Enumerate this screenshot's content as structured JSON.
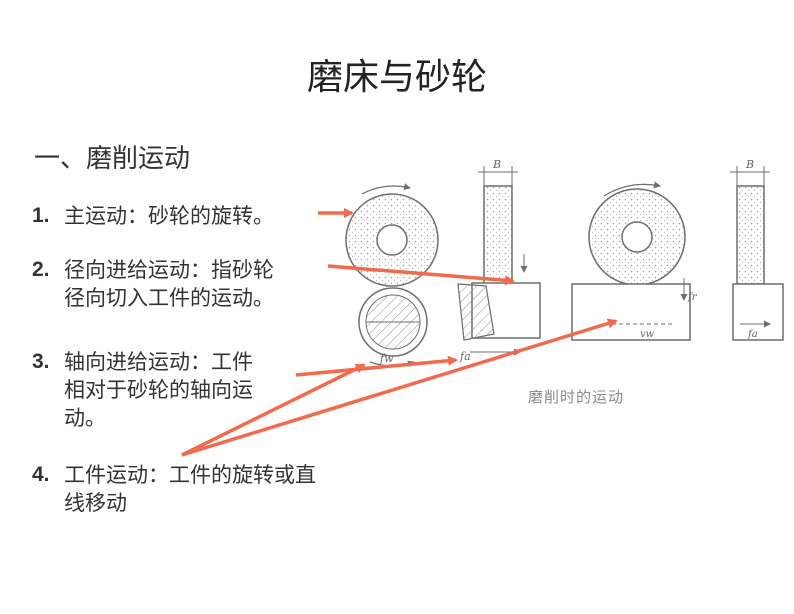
{
  "slide": {
    "title": "磨床与砂轮",
    "heading": "一、磨削运动",
    "items": [
      {
        "num": "1.",
        "lines": [
          "主运动：砂轮的旋转。"
        ]
      },
      {
        "num": "2.",
        "lines": [
          "径向进给运动：指砂轮",
          "径向切入工件的运动。"
        ]
      },
      {
        "num": "3.",
        "lines": [
          "轴向进给运动：工件",
          "相对于砂轮的轴向运",
          "动。"
        ]
      },
      {
        "num": "4.",
        "lines": [
          "工件运动：工件的旋转或直",
          "线移动"
        ]
      }
    ]
  },
  "figure": {
    "caption": "磨削时的运动",
    "labels": {
      "b_left": "B",
      "b_right": "B",
      "fa": "fa",
      "fw": "fw",
      "vw": "vw",
      "fr": "fr",
      "fa_right": "fa"
    },
    "arrow_color": "#f26a4b",
    "drawing_color": "#6e6e6e",
    "hatch_color": "#9aa0a6"
  }
}
